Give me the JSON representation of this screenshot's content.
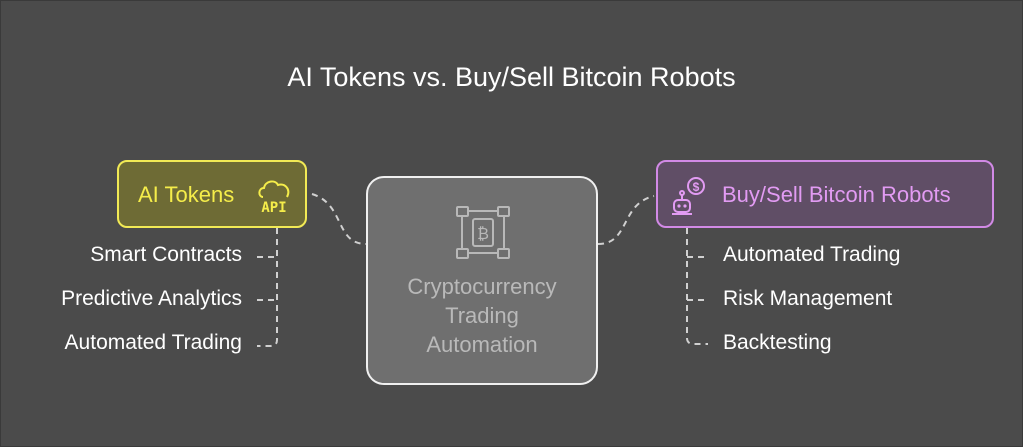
{
  "title": "AI Tokens vs. Buy/Sell Bitcoin Robots",
  "center": {
    "lines": [
      "Cryptocurrency",
      "Trading",
      "Automation"
    ],
    "icon": "bitcoin-network-icon"
  },
  "left": {
    "label": "AI Tokens",
    "icon": "cloud-api-icon",
    "icon_text": "API",
    "items": [
      "Smart Contracts",
      "Predictive Analytics",
      "Automated Trading"
    ]
  },
  "right": {
    "label": "Buy/Sell Bitcoin Robots",
    "icon": "robot-dollar-icon",
    "items": [
      "Automated Trading",
      "Risk Management",
      "Backtesting"
    ]
  },
  "colors": {
    "background": "#4b4b4b",
    "left_accent": "#f2ea55",
    "right_accent": "#d28ae6",
    "center_border": "#f0f0f0"
  }
}
